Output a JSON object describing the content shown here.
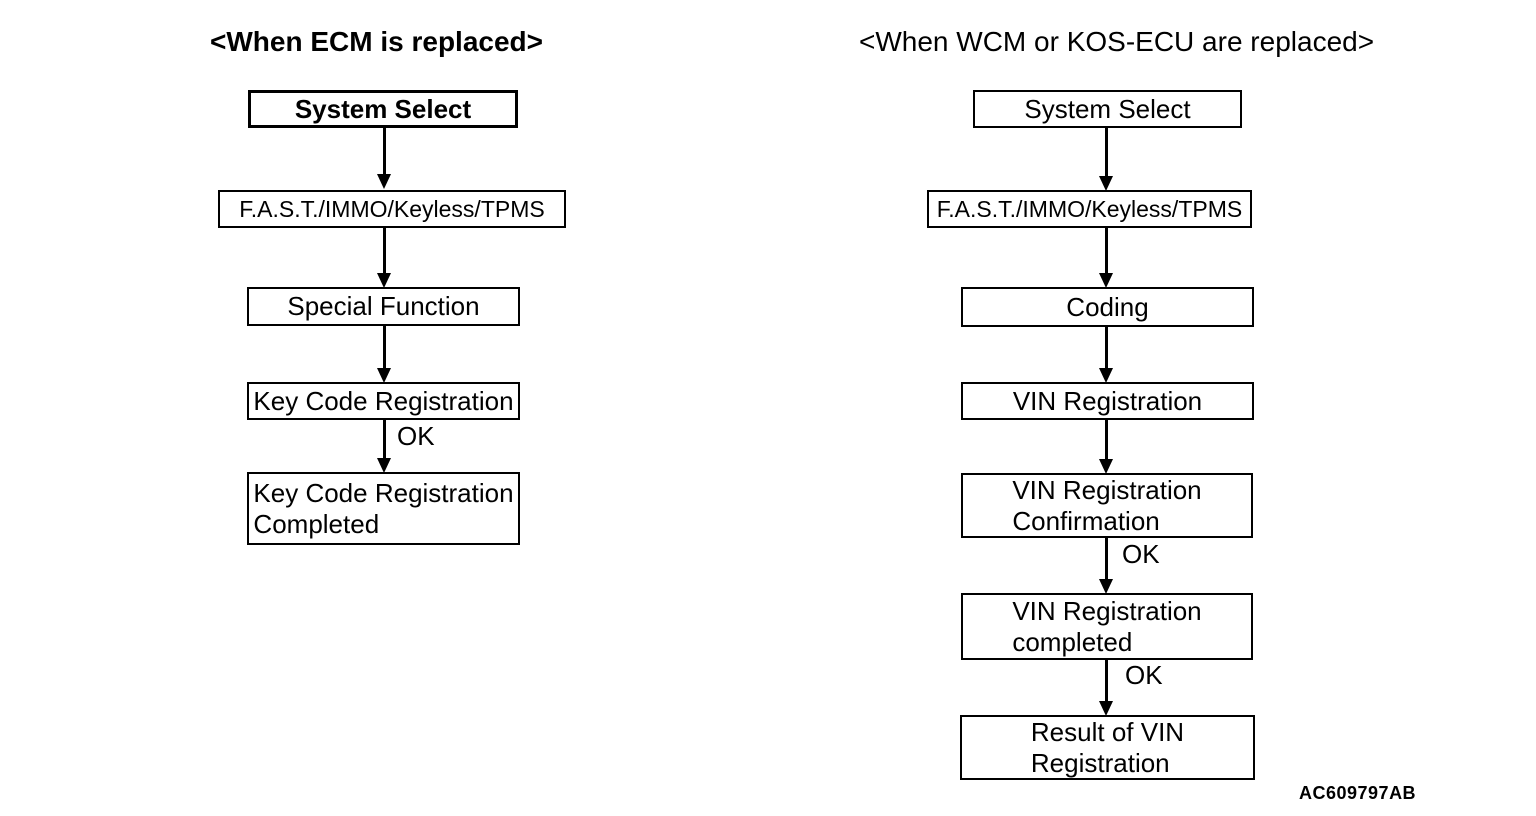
{
  "left_flow": {
    "title": "<When ECM is replaced>",
    "steps": [
      "System Select",
      "F.A.S.T./IMMO/Keyless/TPMS",
      "Special Function",
      "Key Code Registration",
      "Key Code Registration\nCompleted"
    ],
    "ok_label": "OK"
  },
  "right_flow": {
    "title": "<When WCM or KOS-ECU are replaced>",
    "steps": [
      "System Select",
      "F.A.S.T./IMMO/Keyless/TPMS",
      "Coding",
      "VIN Registration",
      "VIN Registration\nConfirmation",
      "VIN Registration\ncompleted",
      "Result of VIN\nRegistration"
    ],
    "ok_labels": [
      "OK",
      "OK"
    ]
  },
  "figure_code": "AC609797AB",
  "colors": {
    "foreground": "#000000",
    "background": "#ffffff"
  }
}
